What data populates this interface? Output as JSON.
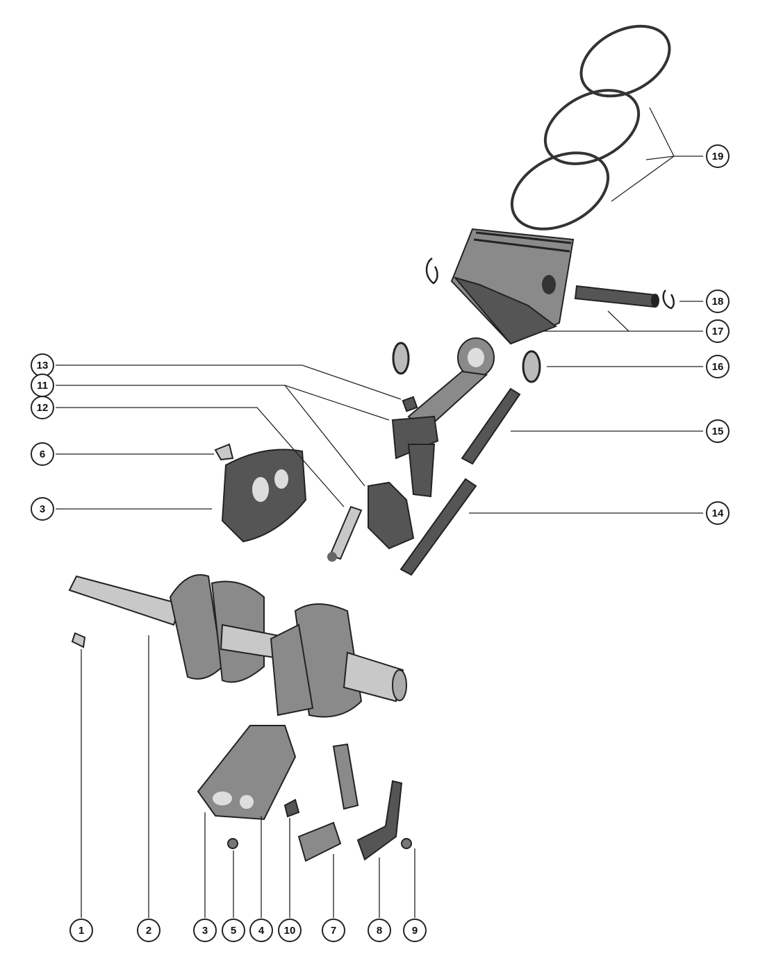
{
  "diagram": {
    "callouts": [
      {
        "id": "c19",
        "label": "19"
      },
      {
        "id": "c18",
        "label": "18"
      },
      {
        "id": "c17",
        "label": "17"
      },
      {
        "id": "c16",
        "label": "16"
      },
      {
        "id": "c15",
        "label": "15"
      },
      {
        "id": "c14",
        "label": "14"
      },
      {
        "id": "c13",
        "label": "13"
      },
      {
        "id": "c11",
        "label": "11"
      },
      {
        "id": "c12",
        "label": "12"
      },
      {
        "id": "c6",
        "label": "6"
      },
      {
        "id": "c3a",
        "label": "3"
      },
      {
        "id": "b1",
        "label": "1"
      },
      {
        "id": "b2",
        "label": "2"
      },
      {
        "id": "b3",
        "label": "3"
      },
      {
        "id": "b5",
        "label": "5"
      },
      {
        "id": "b4",
        "label": "4"
      },
      {
        "id": "b10",
        "label": "10"
      },
      {
        "id": "b7",
        "label": "7"
      },
      {
        "id": "b8",
        "label": "8"
      },
      {
        "id": "b9",
        "label": "9"
      }
    ]
  }
}
